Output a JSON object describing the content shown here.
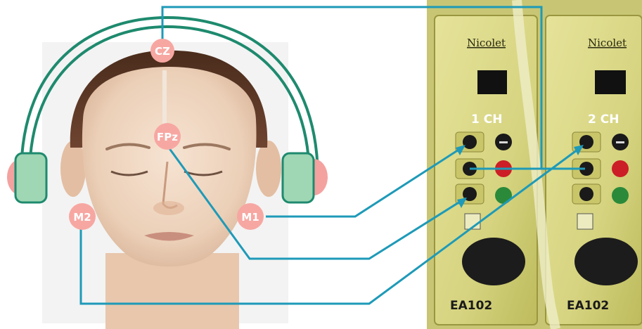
{
  "electrodes": {
    "cz": "CZ",
    "fpz": "FPz",
    "m1": "M1",
    "m2": "M2"
  },
  "amplifier": {
    "left_module": {
      "brand": "Nicolet",
      "channel": "1 CH",
      "model": "EA102"
    },
    "right_module": {
      "brand": "Nicolet",
      "channel": "2 CH",
      "model": "EA102"
    }
  },
  "colors": {
    "wire": "#1e9ab8",
    "electrode": "#f7a7a2",
    "electrode_label": "#ffffff",
    "headphone_band": "#1e8a6e",
    "headphone_cup": "#9fd6b3",
    "headphone_pad": "#f3a2a0",
    "panel": "#d9d98a",
    "jack_red": "#cc1e26",
    "jack_green": "#2a8a3a"
  }
}
